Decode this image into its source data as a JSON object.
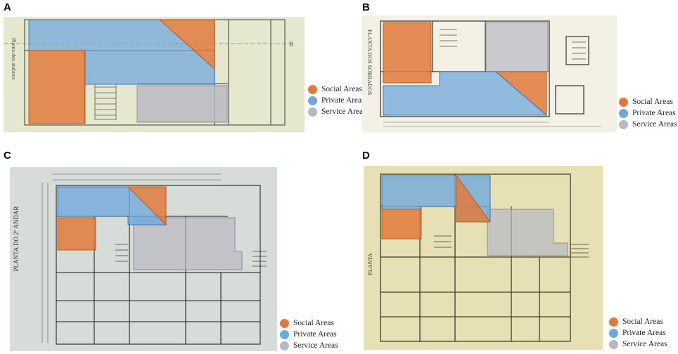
{
  "panels": {
    "a": {
      "label": "A",
      "plan_text": [
        "Planta dos andares",
        "B"
      ]
    },
    "b": {
      "label": "B",
      "plan_text": [
        "PLANTA DOS SOBRADOS"
      ]
    },
    "c": {
      "label": "C",
      "plan_text": [
        "PLANTA DO 2º ANDAR"
      ]
    },
    "d": {
      "label": "D",
      "plan_text": [
        "PLANTA"
      ]
    }
  },
  "legend": {
    "social": "Social Areas",
    "private": "Private Areas",
    "service": "Service Areas"
  },
  "colors": {
    "social": "#e07a3c",
    "private": "#6fa8dc",
    "service": "#b8b8c2",
    "paper_a": "#e6e7cf",
    "paper_b": "#f3f1e6",
    "paper_c": "#d6ddd8",
    "paper_d": "#e7e0b4"
  }
}
